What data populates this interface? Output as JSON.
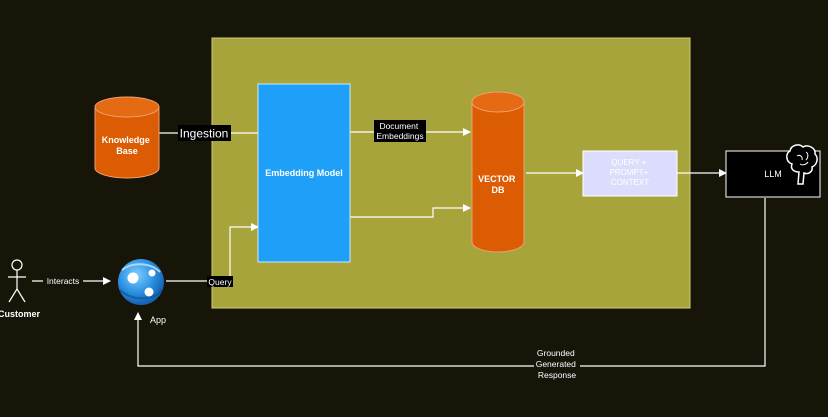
{
  "nodes": {
    "knowledge_base": "Knowledge Base",
    "embedding_model": "Embedding Model",
    "vector_db": "VECTOR DB",
    "query_box": "QUERY + PROMPT+ CONTEXT",
    "llm": "LLM",
    "customer": "Customer",
    "app": "App"
  },
  "edges": {
    "ingestion": "Ingestion",
    "document_embeddings": "Document Embeddings",
    "interacts": "Interacts",
    "query": "Query",
    "grounded_response": "Grounded Generated Response"
  },
  "colors": {
    "background": "#171408",
    "container": "#a8a43c",
    "orange": "#dc5c04",
    "blue": "#1ea0f8",
    "lavender": "#dcdcfc",
    "llm_box": "#000000",
    "line": "#ffffff"
  },
  "icons": {
    "customer": "stick-figure-icon",
    "app": "azure-app-service-icon",
    "llm": "brain-icon"
  }
}
